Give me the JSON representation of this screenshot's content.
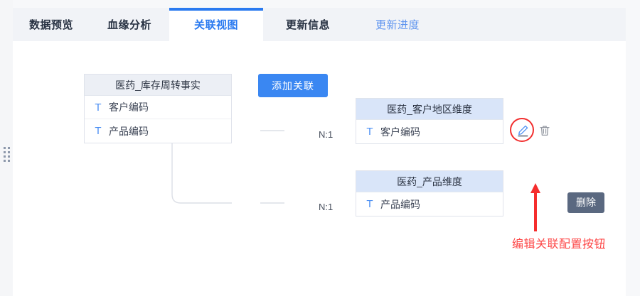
{
  "window": {
    "title": "关联视图"
  },
  "tabs": [
    {
      "label": "数据预览",
      "state": "normal"
    },
    {
      "label": "血缘分析",
      "state": "normal"
    },
    {
      "label": "关联视图",
      "state": "active"
    },
    {
      "label": "更新信息",
      "state": "normal"
    },
    {
      "label": "更新进度",
      "state": "link"
    }
  ],
  "toolbar": {
    "add_relation_label": "添加关联"
  },
  "diagram": {
    "fact_node": {
      "title": "医药_库存周转事实",
      "fields": [
        {
          "type_icon": "T",
          "name": "客户编码"
        },
        {
          "type_icon": "T",
          "name": "产品编码"
        }
      ]
    },
    "dimension_nodes": [
      {
        "title": "医药_客户地区维度",
        "fields": [
          {
            "type_icon": "T",
            "name": "客户编码"
          }
        ]
      },
      {
        "title": "医药_产品维度",
        "fields": [
          {
            "type_icon": "T",
            "name": "产品编码"
          }
        ]
      }
    ],
    "cardinality_labels": [
      "N:1",
      "N:1"
    ]
  },
  "row_actions": {
    "edit_icon": "pencil-icon",
    "delete_icon": "trash-icon",
    "delete_tooltip": "删除"
  },
  "annotation": {
    "text": "编辑关联配置按钮",
    "color": "#fd4545",
    "arrow": "arrow-up"
  },
  "colors": {
    "accent": "#2a7af0",
    "button": "#3a87f2",
    "tabbar_bg": "#f1f3f7",
    "fact_header": "#eceff5",
    "dim_header": "#d9e5f9",
    "type_icon": "#4a8ef3",
    "tooltip_bg": "#5a6880",
    "annotation": "#fd4545",
    "link_line": "#dcdfe6"
  }
}
